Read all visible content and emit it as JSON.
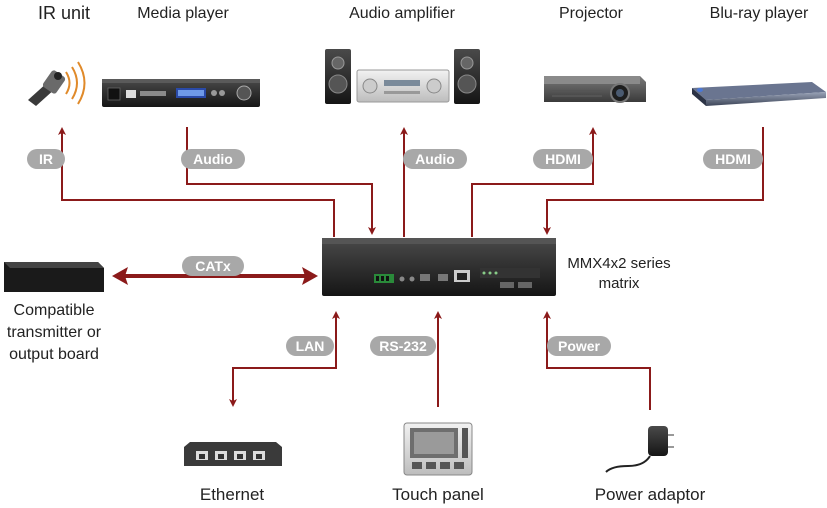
{
  "devices": {
    "ir_unit": "IR unit",
    "media_player": "Media player",
    "audio_amplifier": "Audio amplifier",
    "projector": "Projector",
    "bluray_player": "Blu-ray player",
    "matrix_line1": "MMX4x2 series",
    "matrix_line2": "matrix",
    "transmitter_line1": "Compatible",
    "transmitter_line2": "transmitter or",
    "transmitter_line3": "output board",
    "ethernet": "Ethernet",
    "touch_panel": "Touch panel",
    "power_adaptor": "Power adaptor"
  },
  "connections": {
    "ir": "IR",
    "audio_in": "Audio",
    "audio_out": "Audio",
    "hdmi_out": "HDMI",
    "hdmi_in": "HDMI",
    "catx": "CATx",
    "lan": "LAN",
    "rs232": "RS-232",
    "power": "Power"
  },
  "colors": {
    "connector_line": "#8b1a1a",
    "pill": "#a8a8a8",
    "device_dark": "#2a2a2a"
  }
}
